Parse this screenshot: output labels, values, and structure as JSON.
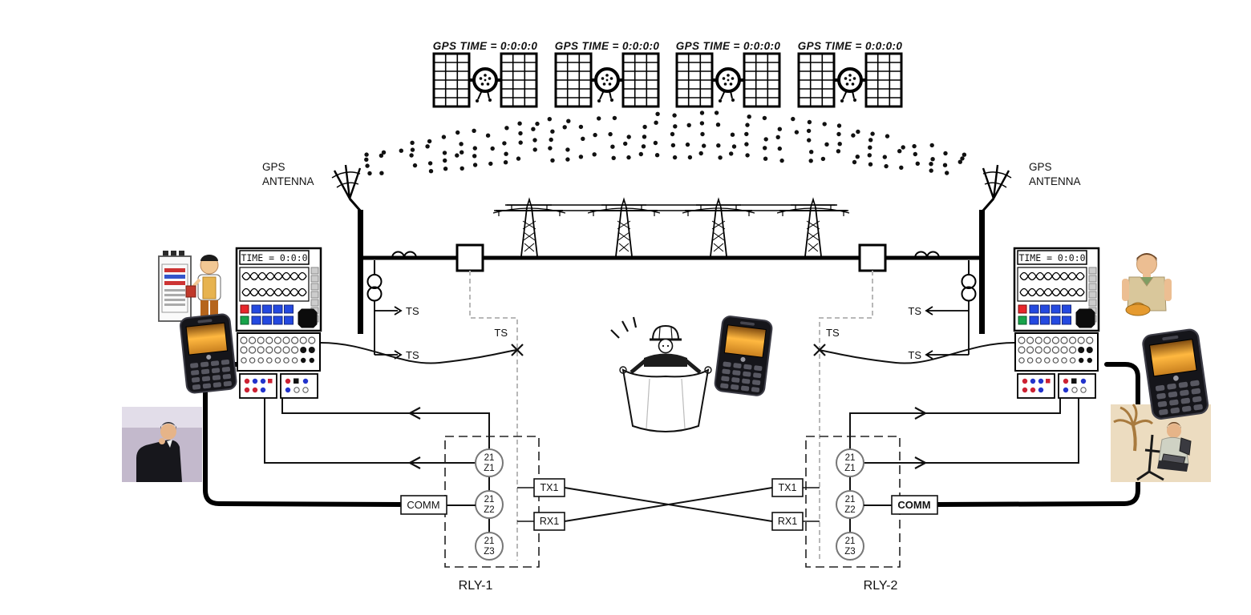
{
  "gps": {
    "satellite_label": "GPS TIME = 0:0:0:0",
    "antenna_label_line1": "GPS",
    "antenna_label_line2": "ANTENNA"
  },
  "panel": {
    "time_display": "TIME = 0:0:0"
  },
  "labels": {
    "time_source": "TS"
  },
  "relays": [
    {
      "name": "RLY-1",
      "comm": "COMM",
      "tx": "TX1",
      "rx": "RX1",
      "zones": [
        {
          "num": "21",
          "zone": "Z1"
        },
        {
          "num": "21",
          "zone": "Z2"
        },
        {
          "num": "21",
          "zone": "Z3"
        }
      ]
    },
    {
      "name": "RLY-2",
      "comm": "COMM",
      "tx": "TX1",
      "rx": "RX1",
      "zones": [
        {
          "num": "21",
          "zone": "Z1"
        },
        {
          "num": "21",
          "zone": "Z2"
        },
        {
          "num": "21",
          "zone": "Z3"
        }
      ]
    }
  ],
  "colors": {
    "phone_screen_orange": "#f7a62a",
    "led_red": "#e8262b",
    "led_green": "#17a34a",
    "led_blue": "#2449e0"
  }
}
